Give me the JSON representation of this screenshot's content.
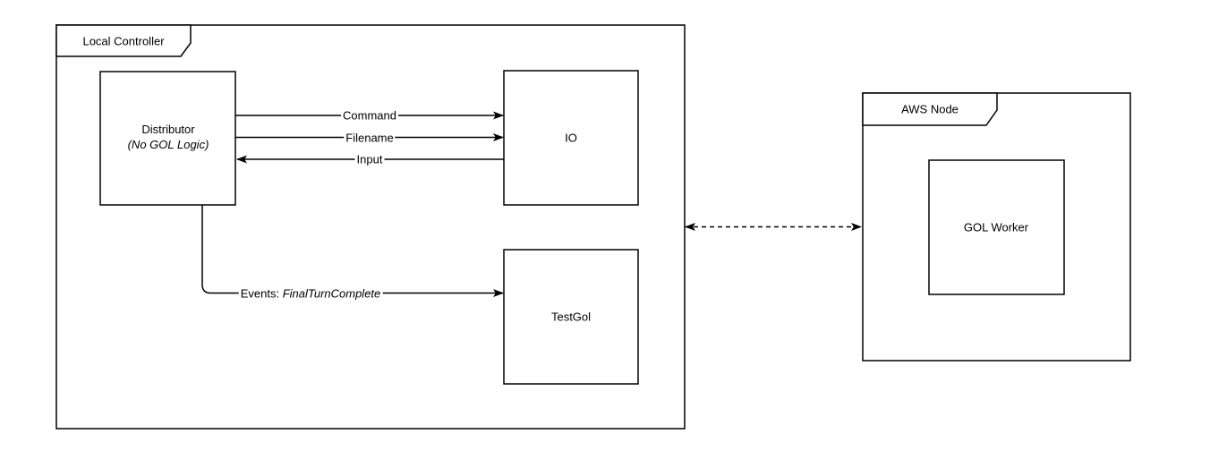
{
  "canvas": {
    "background": "#ffffff",
    "stroke_color": "#000000"
  },
  "local_controller": {
    "title": "Local Controller",
    "distributor": {
      "line1": "Distributor",
      "line2": "(No GOL Logic)"
    },
    "io": {
      "label": "IO"
    },
    "testgol": {
      "label": "TestGol"
    },
    "edges": {
      "command": "Command",
      "filename": "Filename",
      "input": "Input",
      "events_prefix": "Events: ",
      "events_event": "FinalTurnComplete"
    }
  },
  "aws_node": {
    "title": "AWS Node",
    "gol_worker": {
      "label": "GOL Worker"
    }
  }
}
